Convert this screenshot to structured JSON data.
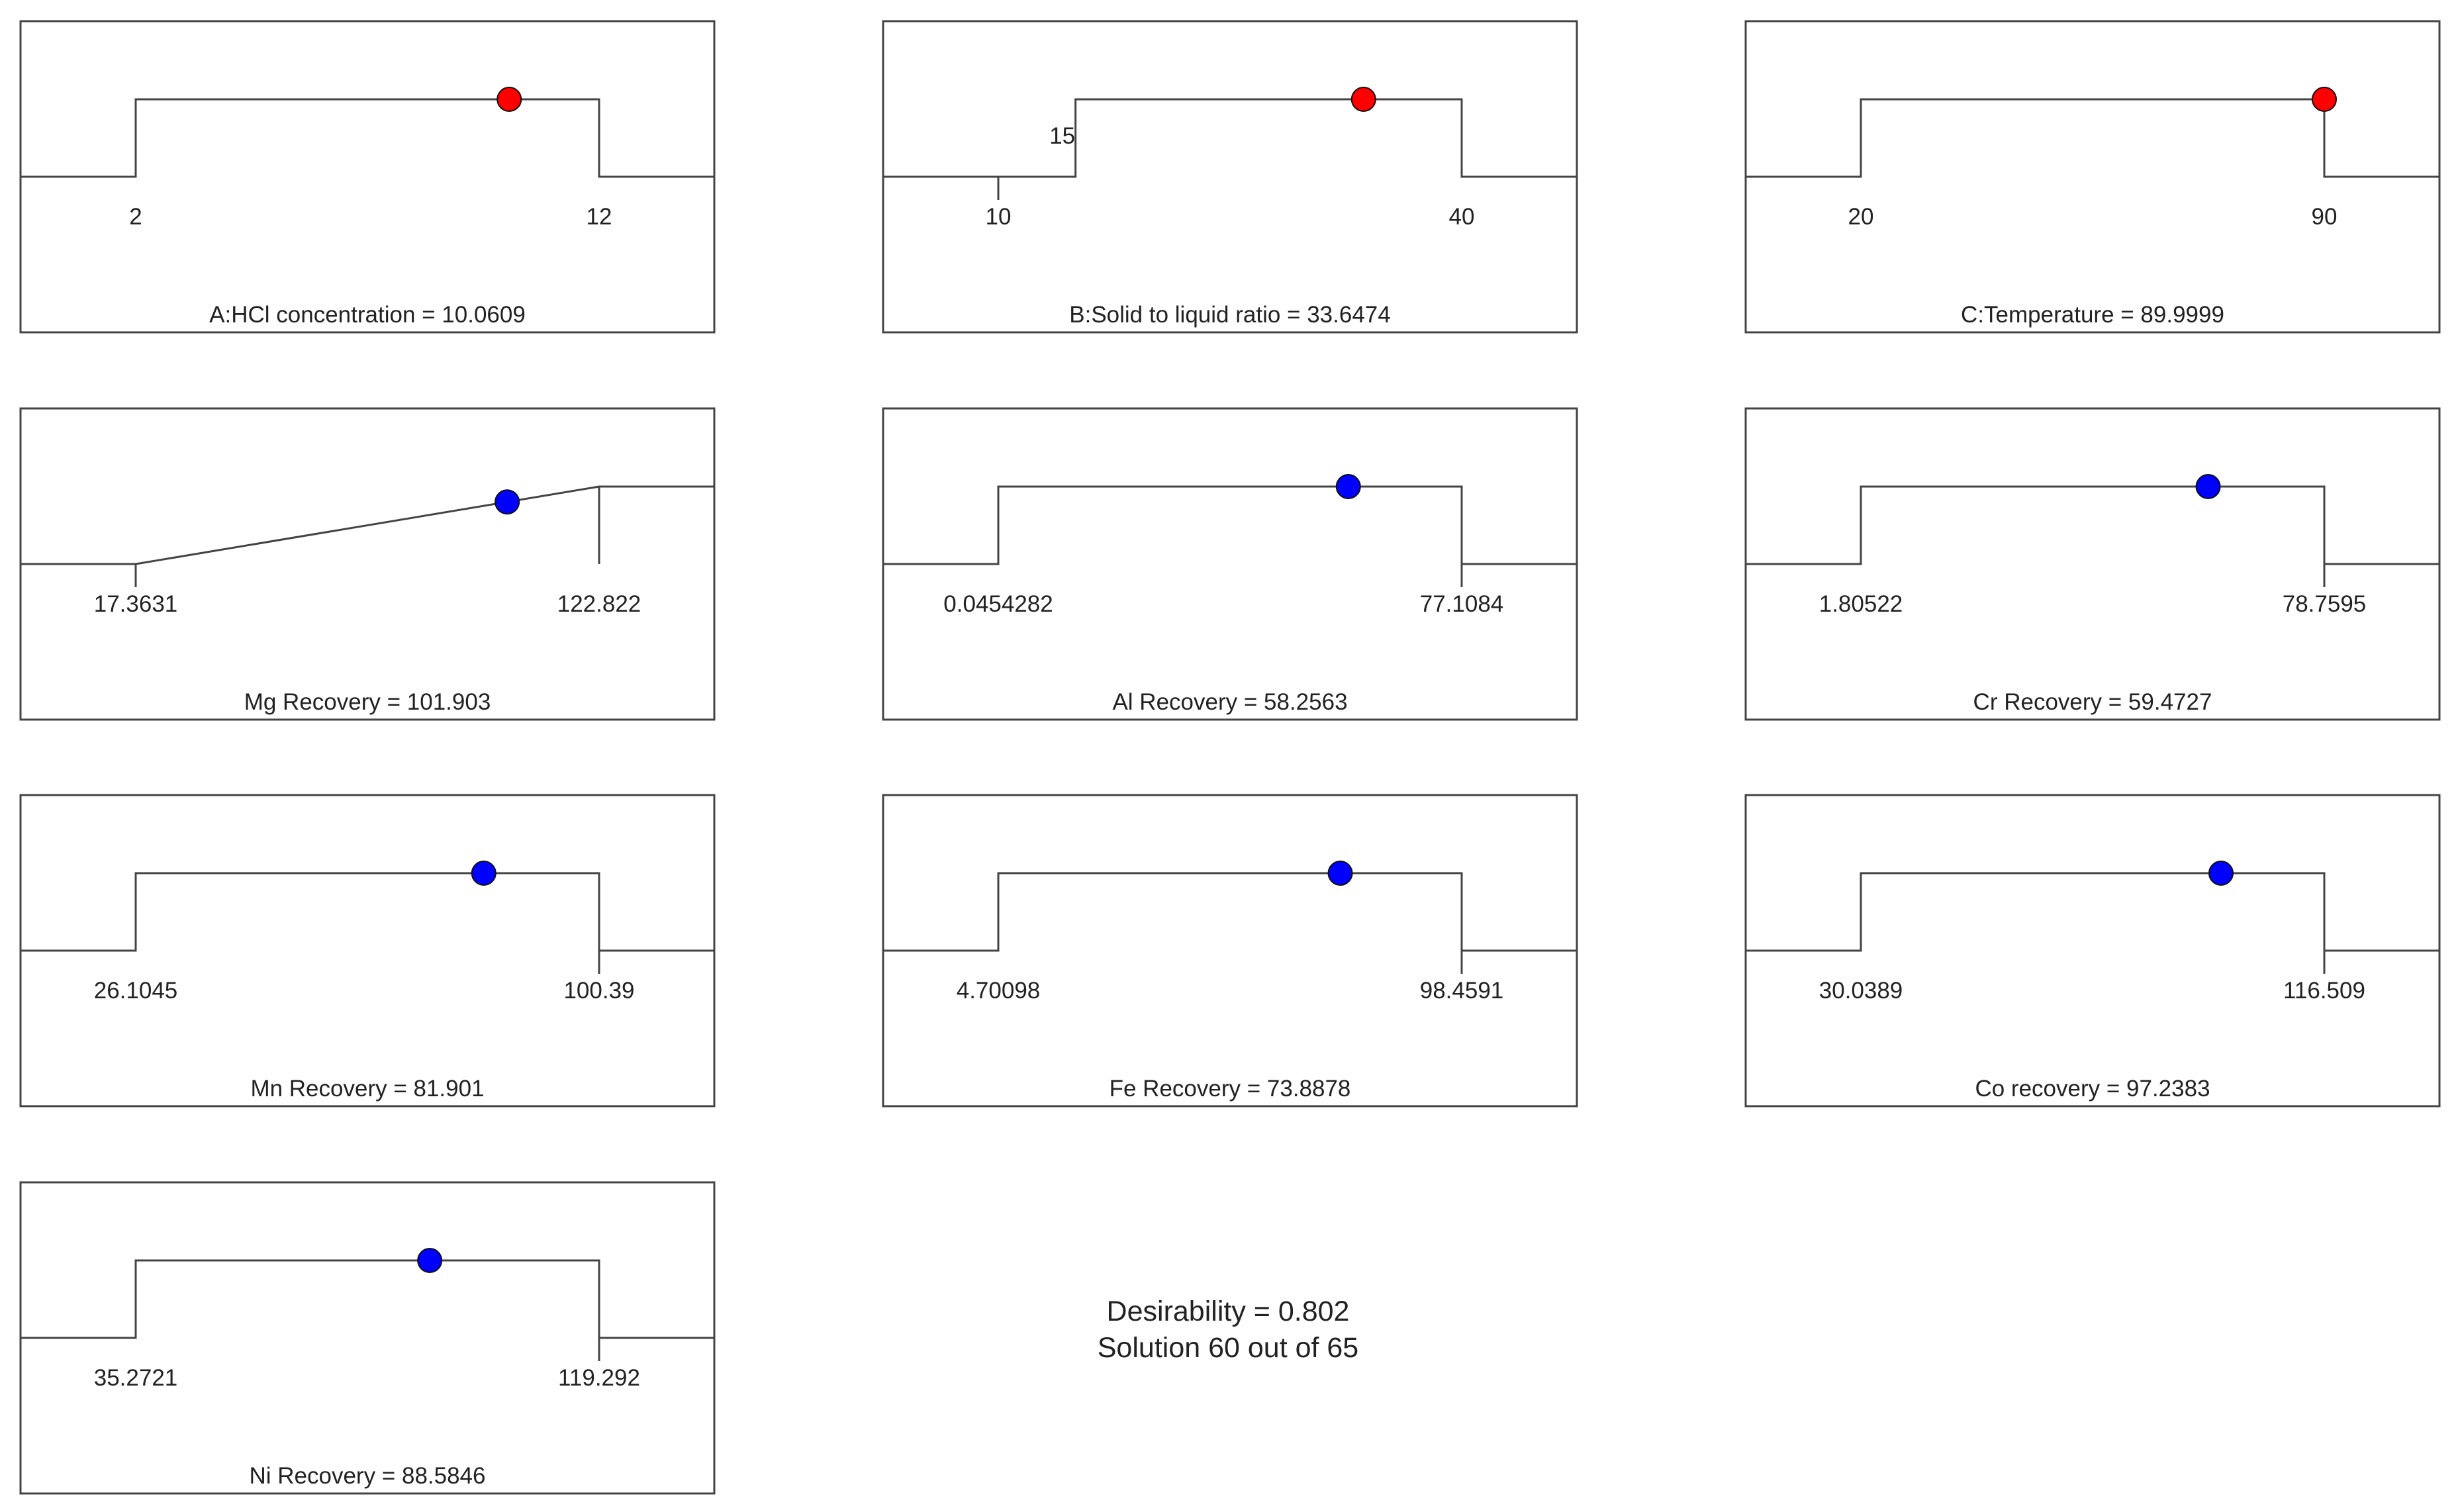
{
  "colors": {
    "factor_marker": "#ff0000",
    "response_marker": "#0000ff",
    "line": "#444444",
    "frame": "#444444"
  },
  "chart_data": [
    {
      "type": "line",
      "title": "A:HCl concentration = 10.0609",
      "kind": "factor",
      "shape": "range",
      "low": 2,
      "high": 12,
      "low_label": "2",
      "high_label": "12",
      "value": 10.0609
    },
    {
      "type": "line",
      "title": "B:Solid to liquid ratio = 33.6474",
      "kind": "factor",
      "shape": "range",
      "axis_min": 10,
      "axis_min_label": "10",
      "low": 15,
      "high": 40,
      "low_label": "15",
      "high_label": "40",
      "value": 33.6474
    },
    {
      "type": "line",
      "title": "C:Temperature = 89.9999",
      "kind": "factor",
      "shape": "range",
      "low": 20,
      "high": 90,
      "low_label": "20",
      "high_label": "90",
      "value": 89.9999
    },
    {
      "type": "line",
      "title": "Mg Recovery = 101.903",
      "kind": "response",
      "shape": "maximize",
      "low": 17.3631,
      "high": 122.822,
      "low_label": "17.3631",
      "high_label": "122.822",
      "value": 101.903
    },
    {
      "type": "line",
      "title": "Al Recovery = 58.2563",
      "kind": "response",
      "shape": "range",
      "low": 0.0454282,
      "high": 77.1084,
      "low_label": "0.0454282",
      "high_label": "77.1084",
      "value": 58.2563
    },
    {
      "type": "line",
      "title": "Cr Recovery = 59.4727",
      "kind": "response",
      "shape": "range",
      "low": 1.80522,
      "high": 78.7595,
      "low_label": "1.80522",
      "high_label": "78.7595",
      "value": 59.4727
    },
    {
      "type": "line",
      "title": "Mn Recovery = 81.901",
      "kind": "response",
      "shape": "range",
      "low": 26.1045,
      "high": 100.39,
      "low_label": "26.1045",
      "high_label": "100.39",
      "value": 81.901
    },
    {
      "type": "line",
      "title": "Fe Recovery = 73.8878",
      "kind": "response",
      "shape": "range",
      "low": 4.70098,
      "high": 98.4591,
      "low_label": "4.70098",
      "high_label": "98.4591",
      "value": 73.8878
    },
    {
      "type": "line",
      "title": "Co recovery = 97.2383",
      "kind": "response",
      "shape": "range",
      "low": 30.0389,
      "high": 116.509,
      "low_label": "30.0389",
      "high_label": "116.509",
      "value": 97.2383
    },
    {
      "type": "line",
      "title": "Ni Recovery = 88.5846",
      "kind": "response",
      "shape": "range",
      "low": 35.2721,
      "high": 119.292,
      "low_label": "35.2721",
      "high_label": "119.292",
      "value": 88.5846
    }
  ],
  "summary": {
    "desirability": "Desirability = 0.802",
    "solution": "Solution 60 out of 65"
  }
}
